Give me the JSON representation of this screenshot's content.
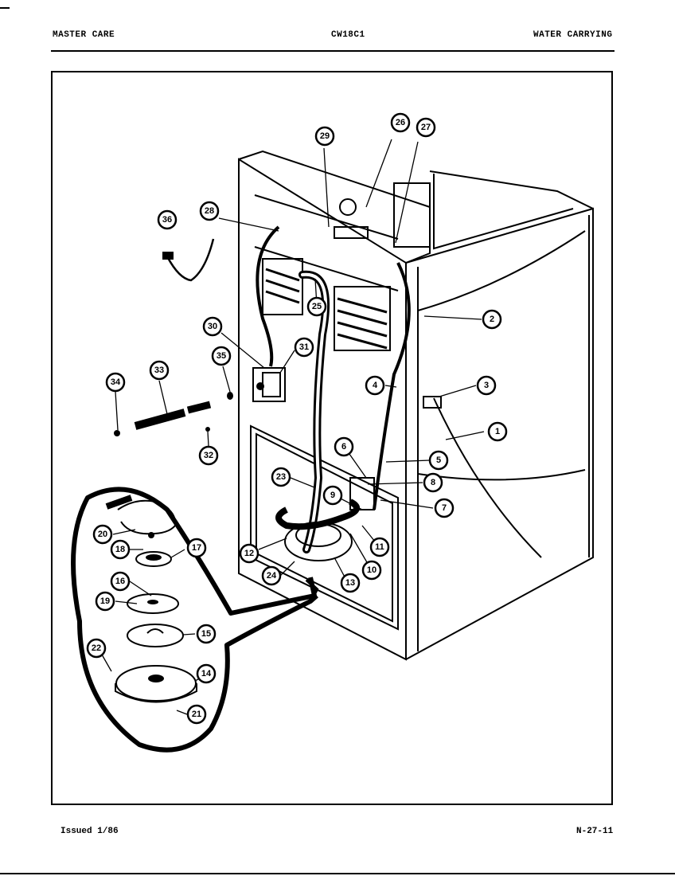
{
  "header": {
    "left": "MASTER CARE",
    "center": "CW18C1",
    "right": "WATER CARRYING"
  },
  "footer": {
    "left": "Issued 1/86",
    "right": "N-27-11"
  },
  "callouts": [
    "1",
    "2",
    "3",
    "4",
    "5",
    "6",
    "7",
    "8",
    "9",
    "10",
    "11",
    "12",
    "13",
    "14",
    "15",
    "16",
    "17",
    "18",
    "19",
    "20",
    "21",
    "22",
    "23",
    "24",
    "25",
    "26",
    "27",
    "28",
    "29",
    "30",
    "31",
    "32",
    "33",
    "34",
    "35",
    "36"
  ]
}
